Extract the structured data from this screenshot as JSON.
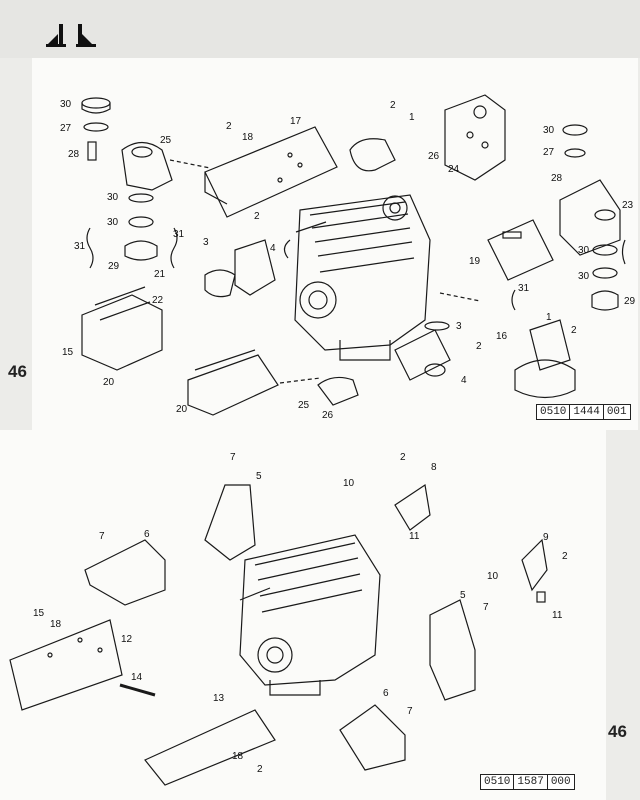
{
  "page": {
    "number_left": "46",
    "number_right": "46"
  },
  "top_diagram": {
    "reference": [
      "0510",
      "1444",
      "001"
    ],
    "callouts": [
      "30",
      "27",
      "28",
      "25",
      "30",
      "30",
      "31",
      "29",
      "31",
      "21",
      "22",
      "15",
      "20",
      "2",
      "18",
      "17",
      "2",
      "1",
      "26",
      "24",
      "3",
      "2",
      "4",
      "19",
      "30",
      "27",
      "28",
      "23",
      "30",
      "30",
      "31",
      "29",
      "3",
      "16",
      "1",
      "2",
      "2",
      "4",
      "20",
      "25",
      "26"
    ]
  },
  "bottom_diagram": {
    "reference": [
      "0510",
      "1587",
      "000"
    ],
    "callouts": [
      "7",
      "5",
      "2",
      "8",
      "10",
      "11",
      "7",
      "6",
      "9",
      "2",
      "10",
      "11",
      "5",
      "7",
      "15",
      "18",
      "12",
      "14",
      "13",
      "6",
      "7",
      "18",
      "2"
    ]
  },
  "icons": [
    "engine-mount-logo-icon"
  ]
}
